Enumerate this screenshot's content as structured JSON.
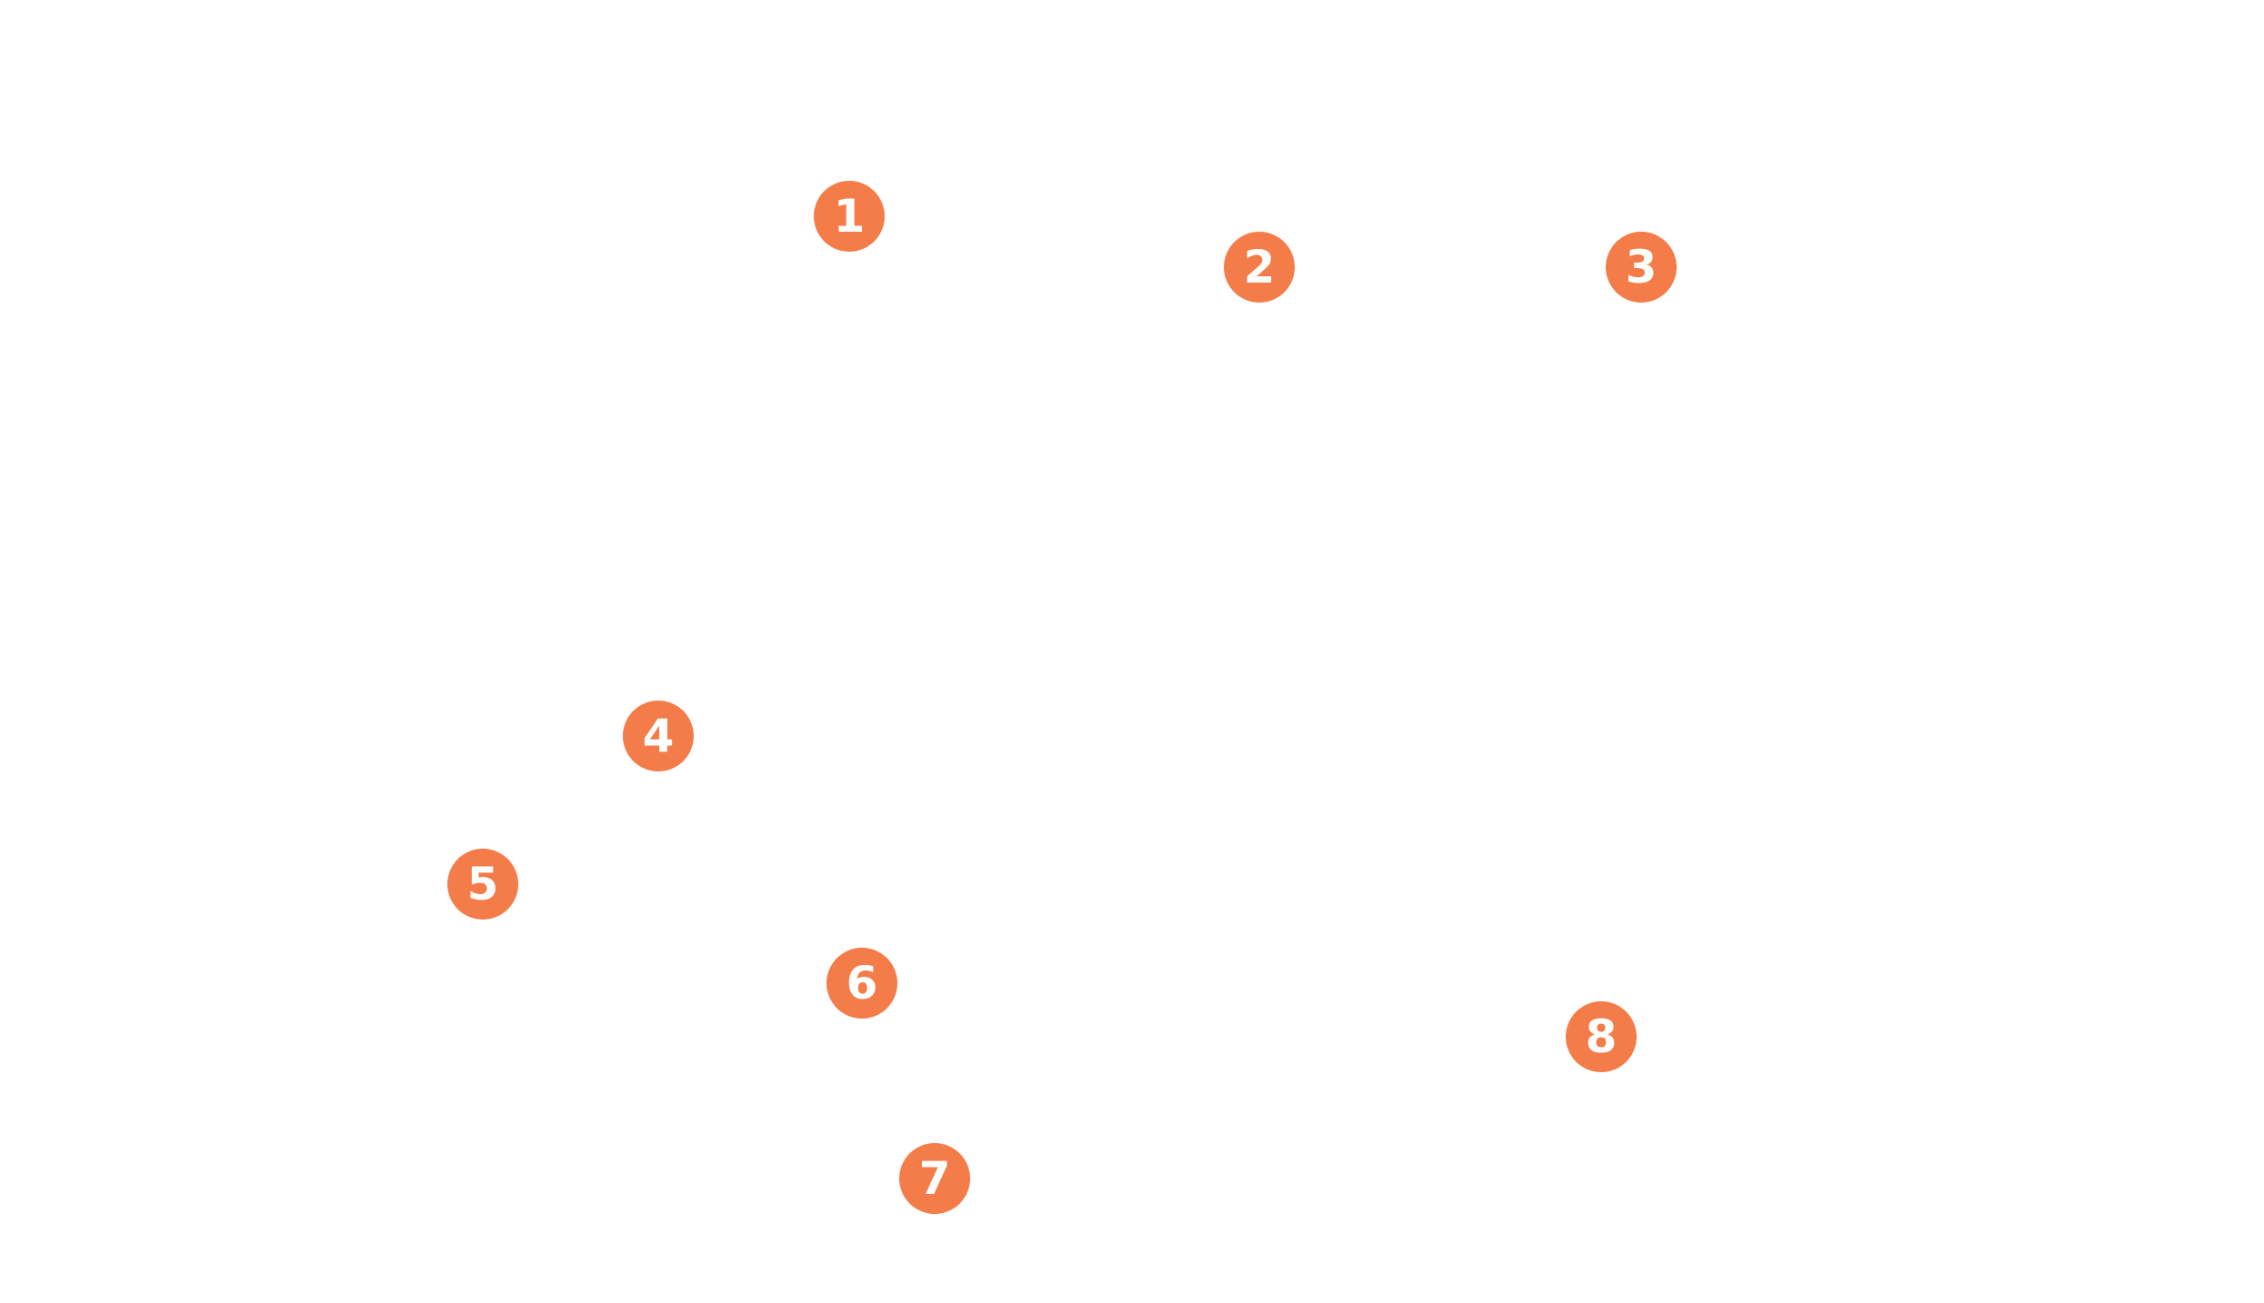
{
  "markers": [
    {
      "label": "1"
    },
    {
      "label": "2"
    },
    {
      "label": "3"
    },
    {
      "label": "4"
    },
    {
      "label": "5"
    },
    {
      "label": "6"
    },
    {
      "label": "7"
    },
    {
      "label": "8"
    }
  ],
  "colors": {
    "marker_fill": "#f47c48",
    "marker_text": "#ffffff",
    "background": "#ffffff"
  }
}
